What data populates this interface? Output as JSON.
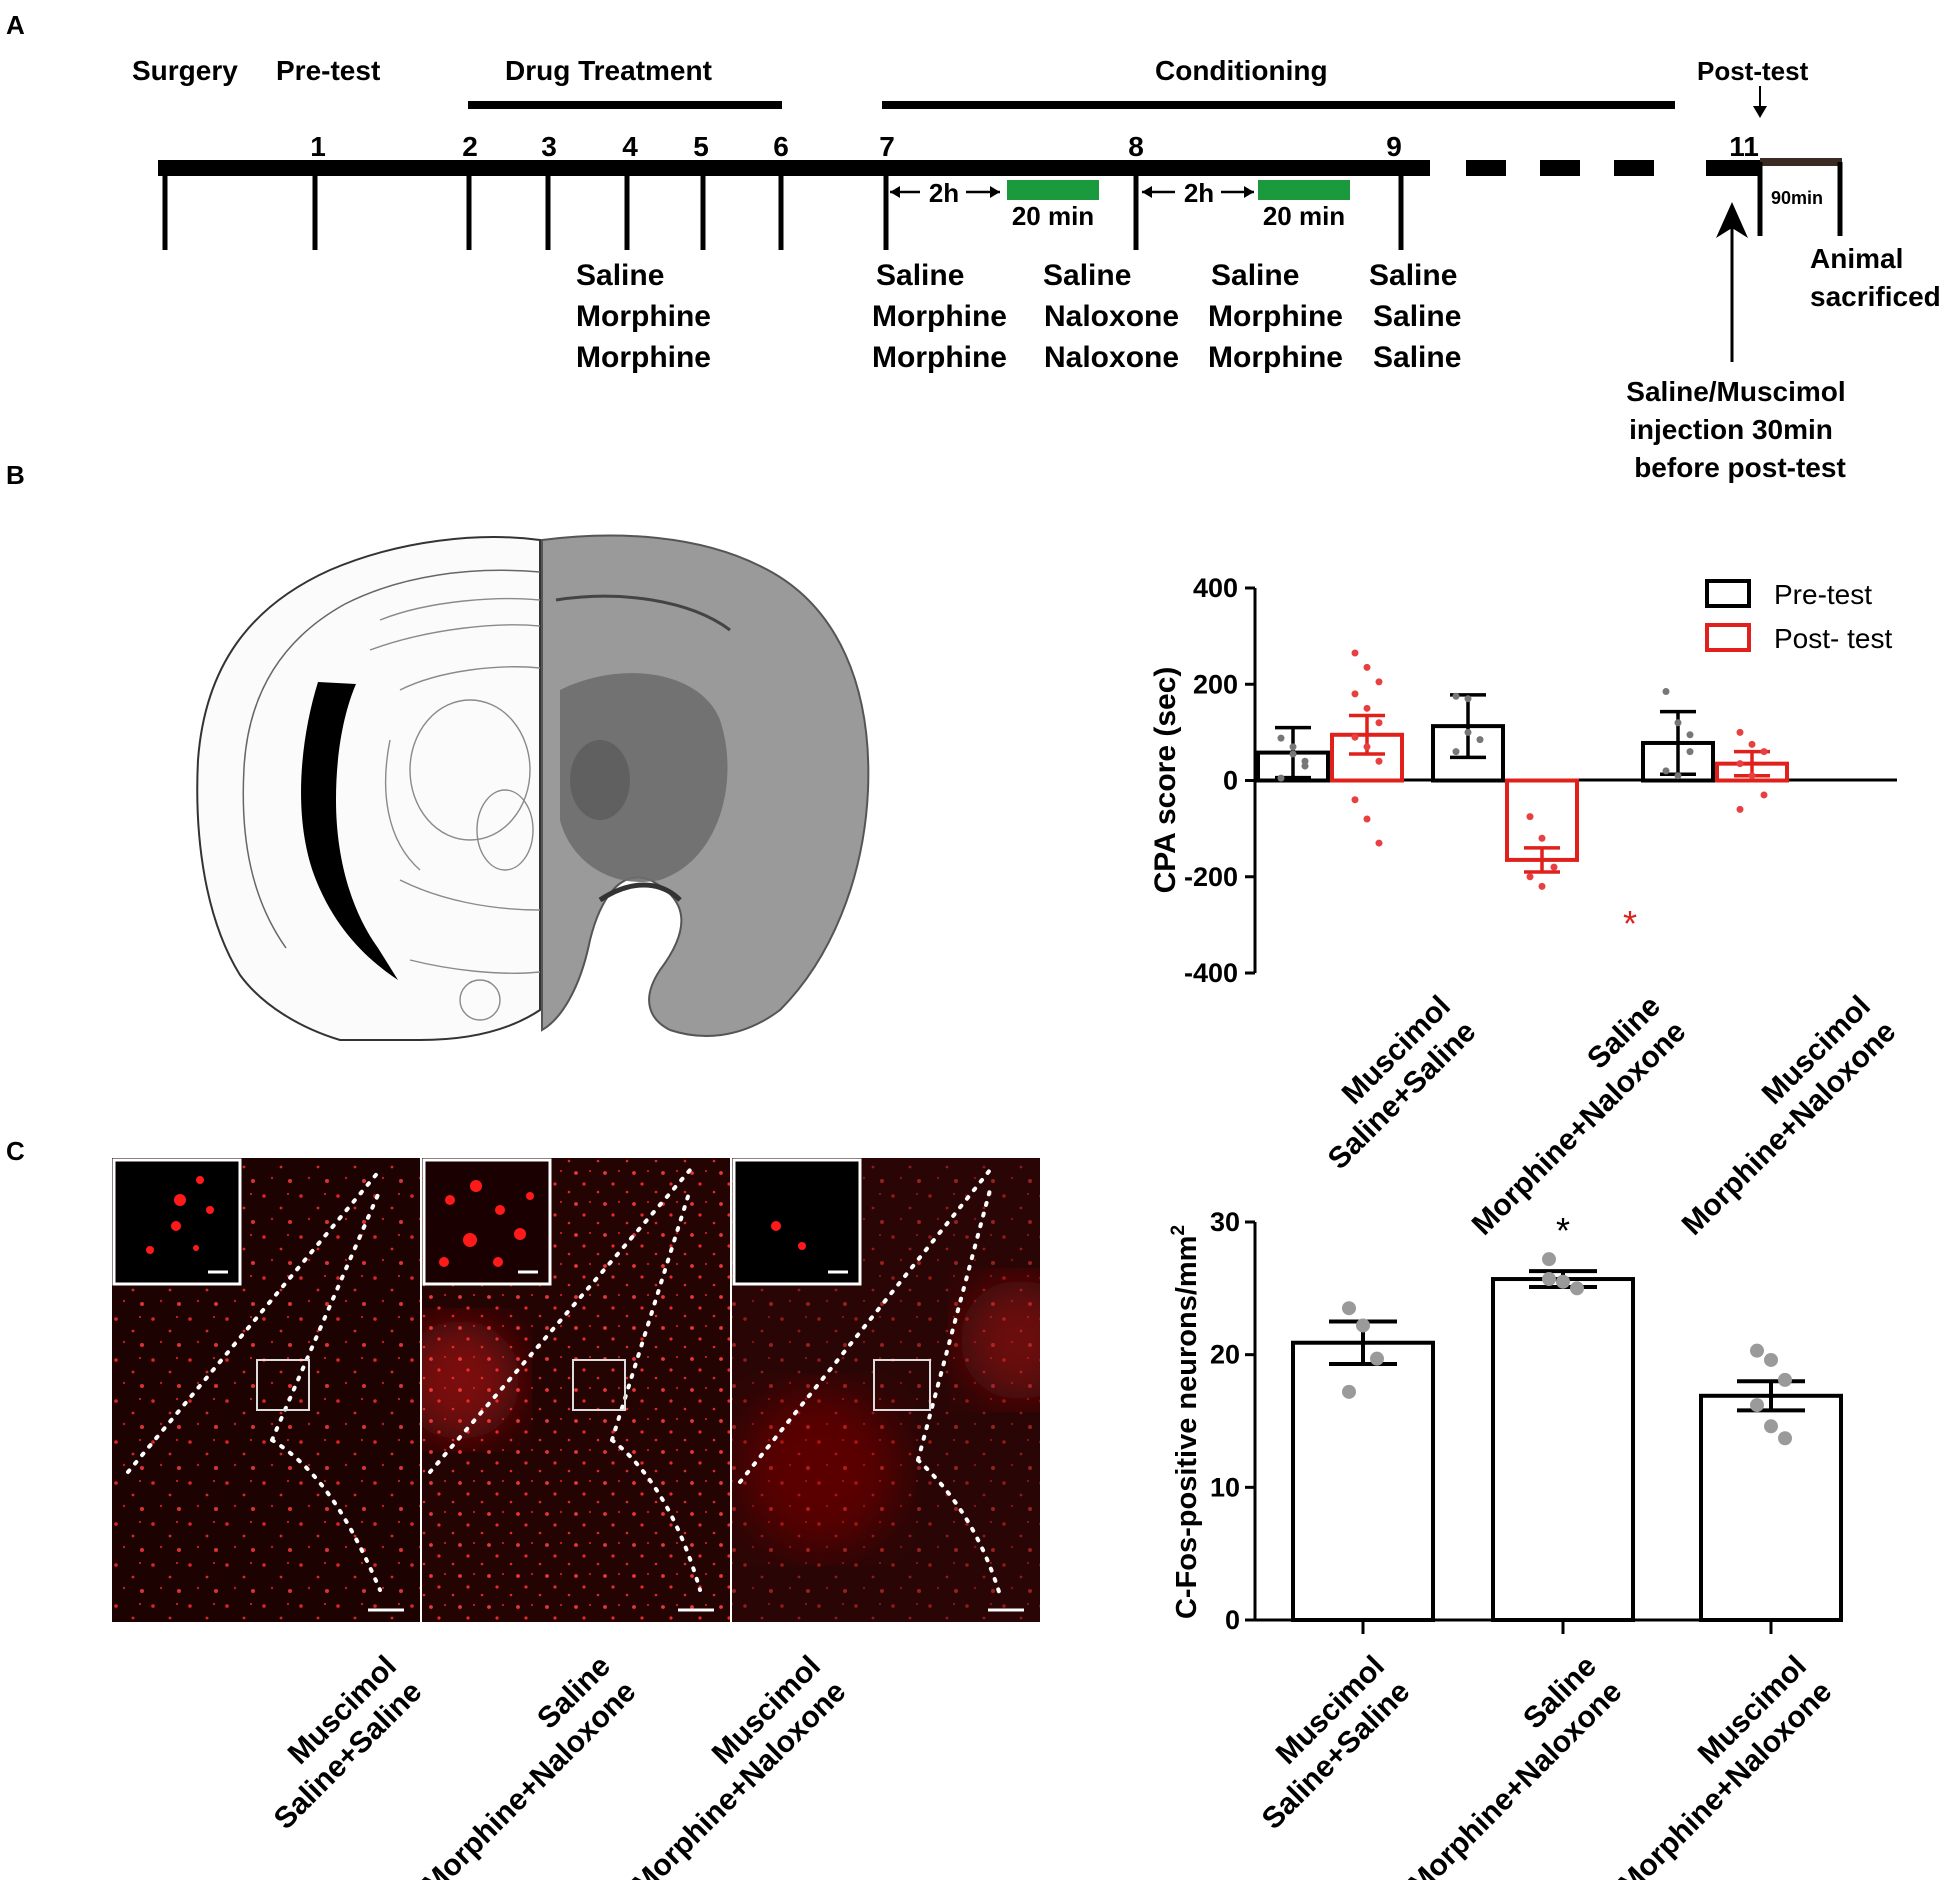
{
  "panels": {
    "a": "A",
    "b": "B",
    "c": "C"
  },
  "timeline": {
    "phases": {
      "surgery": "Surgery",
      "pretest": "Pre-test",
      "drug": "Drug  Treatment",
      "conditioning": "Conditioning",
      "posttest": "Post-test"
    },
    "days": [
      "1",
      "2",
      "3",
      "4",
      "5",
      "6",
      "7",
      "8",
      "9",
      "11"
    ],
    "interval_2h": "2h",
    "session_20min": "20 min",
    "duration_90min": "90min",
    "groups_drug": [
      "Saline",
      "Morphine",
      "Morphine"
    ],
    "groups_day7": [
      "Saline",
      "Morphine",
      "Morphine"
    ],
    "groups_day7b": [
      "Saline",
      "Naloxone",
      "Naloxone"
    ],
    "groups_day8": [
      "Saline",
      "Morphine",
      "Morphine"
    ],
    "groups_day9": [
      "Saline",
      "Saline",
      "Saline"
    ],
    "sacrificed": [
      "Animal",
      "sacrificed"
    ],
    "injection_note": [
      "Saline/Muscimol",
      "injection 30min",
      "before post-test"
    ],
    "session_color": "#1a9a3c"
  },
  "chart_data": [
    {
      "type": "bar",
      "ylabel": "CPA   score (sec)",
      "ylim": [
        -400,
        400
      ],
      "yticks": [
        -400,
        -200,
        0,
        200,
        400
      ],
      "categories": [
        [
          "Muscimol",
          "Saline+Saline"
        ],
        [
          "Saline",
          "Morphine+Naloxone"
        ],
        [
          "Muscimol",
          "Morphine+Naloxone"
        ]
      ],
      "series": [
        {
          "name": "Pre-test",
          "color": "#000000",
          "values": [
            58,
            113,
            78
          ],
          "errors": [
            52,
            65,
            65
          ],
          "points": [
            [
              88,
              55,
              30,
              5,
              70,
              40
            ],
            [
              175,
              170,
              85,
              60,
              100
            ],
            [
              185,
              120,
              95,
              20,
              10,
              60
            ]
          ]
        },
        {
          "name": "Post- test",
          "color": "#e0201b",
          "values": [
            95,
            -165,
            35
          ],
          "errors": [
            40,
            25,
            25
          ],
          "points": [
            [
              265,
              235,
              205,
              180,
              150,
              120,
              90,
              70,
              40,
              -40,
              -80,
              -130
            ],
            [
              -75,
              -120,
              -180,
              -200,
              -220
            ],
            [
              100,
              75,
              60,
              35,
              10,
              -30,
              -60
            ]
          ]
        }
      ],
      "legend": "top-right",
      "significance": "*"
    },
    {
      "type": "bar",
      "ylabel": "C-Fos-positive neurons/mm",
      "ylabel_sup": "2",
      "ylim": [
        0,
        30
      ],
      "yticks": [
        0,
        10,
        20,
        30
      ],
      "categories": [
        [
          "Muscimol",
          "Saline+Saline"
        ],
        [
          "Saline",
          "Morphine+Naloxone"
        ],
        [
          "Muscimol",
          "Morphine+Naloxone"
        ]
      ],
      "series": [
        {
          "color": "#000000",
          "values": [
            20.9,
            25.7,
            16.9
          ],
          "errors": [
            1.6,
            0.6,
            1.1
          ],
          "points": [
            [
              23.5,
              22.2,
              19.7,
              17.2
            ],
            [
              27.2,
              25.5,
              25.0,
              25.7
            ],
            [
              20.3,
              19.6,
              18.1,
              16.2,
              14.6,
              13.7
            ]
          ]
        }
      ],
      "significance": "*"
    }
  ],
  "micrograph_labels": [
    [
      "Muscimol",
      "Saline+Saline"
    ],
    [
      "Saline",
      "Morphine+Naloxone"
    ],
    [
      "Muscimol",
      "Morphine+Naloxone"
    ]
  ]
}
